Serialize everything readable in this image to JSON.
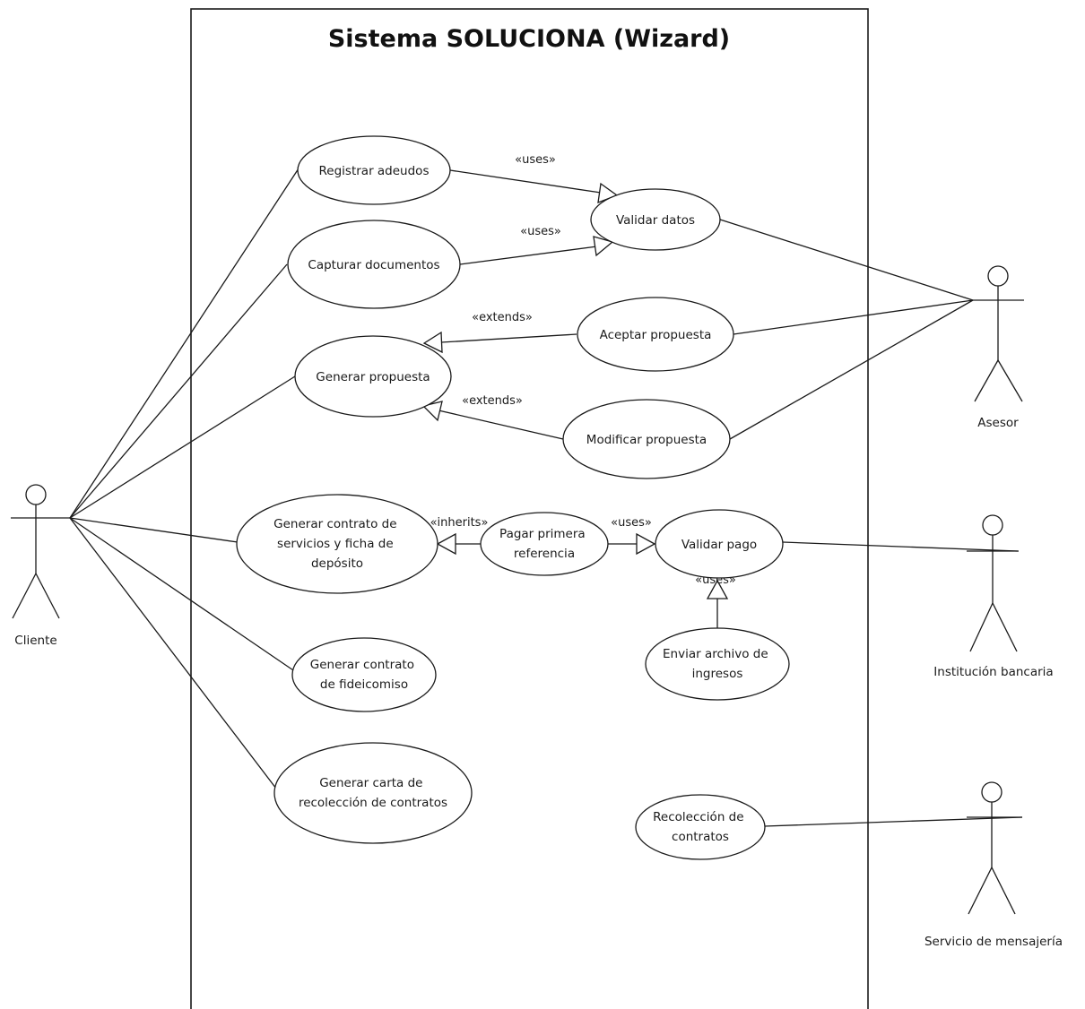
{
  "system": {
    "title": "Sistema SOLUCIONA (Wizard)"
  },
  "actors": {
    "cliente": "Cliente",
    "asesor": "Asesor",
    "banco": "Institución bancaria",
    "mensajeria": "Servicio de mensajería"
  },
  "use_cases": {
    "registrar": [
      "Registrar adeudos"
    ],
    "capturar": [
      "Capturar documentos"
    ],
    "validar_datos": [
      "Validar datos"
    ],
    "aceptar": [
      "Aceptar propuesta"
    ],
    "generar_propuesta": [
      "Generar propuesta"
    ],
    "modificar": [
      "Modificar propuesta"
    ],
    "contrato_servicios": [
      "Generar contrato de",
      "servicios y ficha de",
      "depósito"
    ],
    "pagar": [
      "Pagar primera",
      "referencia"
    ],
    "validar_pago": [
      "Validar pago"
    ],
    "enviar_archivo": [
      "Enviar archivo de",
      "ingresos"
    ],
    "fideicomiso": [
      "Generar contrato",
      "de fideicomiso"
    ],
    "carta": [
      "Generar carta de",
      "recolección de contratos"
    ],
    "recoleccion": [
      "Recolección de",
      "contratos"
    ]
  },
  "stereotypes": {
    "uses_1": "«uses»",
    "uses_2": "«uses»",
    "extends_1": "«extends»",
    "extends_2": "«extends»",
    "inherits": "«inherits»",
    "uses_3": "«uses»",
    "uses_4": "«uses»"
  }
}
